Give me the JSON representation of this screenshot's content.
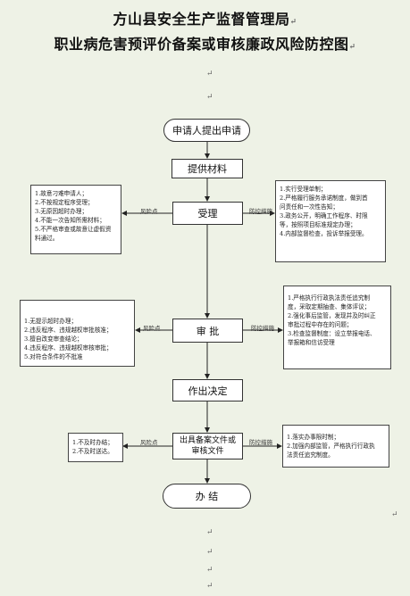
{
  "title": {
    "line1": "方山县安全生产监督管理局",
    "line2": "职业病危害预评价备案或审核廉政风险防控图"
  },
  "paragraph_mark": "↵",
  "flow": {
    "start": "申请人提出申请",
    "provide": "提供材料",
    "accept": "受理",
    "approve": "审 批",
    "decide": "作出决定",
    "issue": "出具备案文件或审核文件",
    "end": "办 结"
  },
  "labels": {
    "risk": "风险点",
    "control": "防控措施"
  },
  "risks": {
    "accept": [
      "1.故意刁难申请人；",
      "2.不按规定程序受理；",
      "3.无原因超时办理；",
      "4.不能一次告知所需材料；",
      "5.不严格审查或故意让虚假资",
      "料通过。"
    ],
    "approve": [
      "1.无提示超时办理；",
      "2.违反程序、违规越权审批核准；",
      "3.擅自改变审查结论；",
      "4.违反程序、违规越权审核审批；",
      "5.对符合条件的不批准"
    ],
    "issue": [
      "1.不及时办结；",
      "2.不及时送达。"
    ]
  },
  "controls": {
    "accept": [
      "1.实行受理单制；",
      "2.严格履行服务承诺制度，做到首",
      "问责任和一次性告知；",
      "3.政务公开，明确工作程序、时限",
      "等，按照项目标准规定办理；",
      "4.内部监督检查，投诉举报受理。"
    ],
    "approve": [
      "1.严格执行行政执法责任追究制",
      "度，采取定期抽查、集体评议；",
      "2.强化事后监管，发现并及时纠正",
      "审批过程中存在的问题；",
      "3.检查监督制度：设立举报电话、",
      "举报箱和信访受理"
    ],
    "issue": [
      "1.落实办事限时制；",
      "2.加强内部监管，严格执行行政执",
      "法责任追究制度。"
    ]
  }
}
